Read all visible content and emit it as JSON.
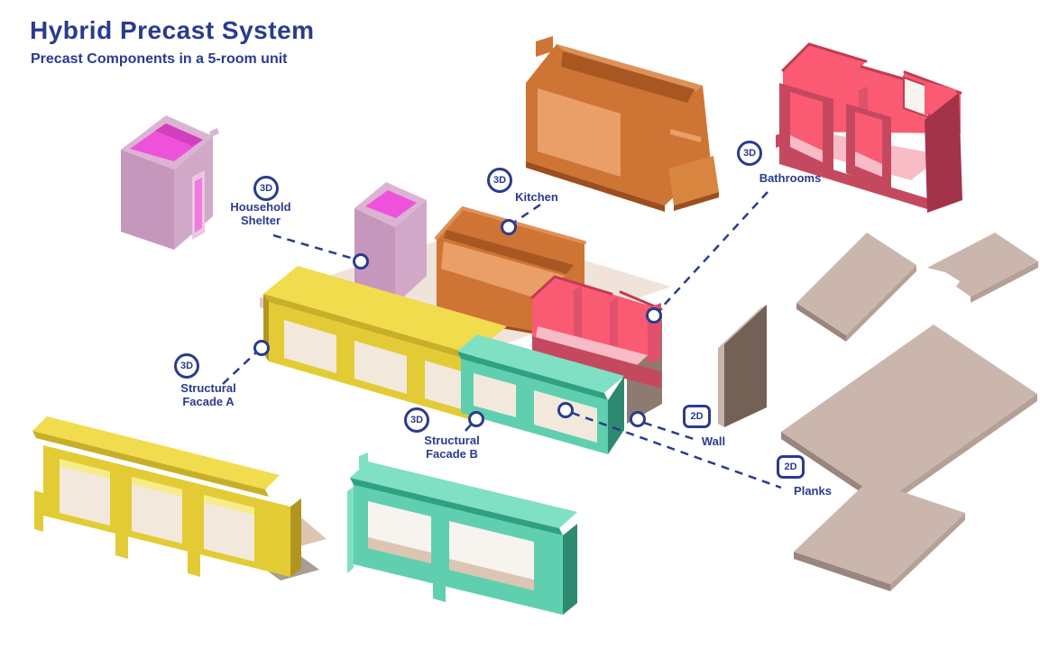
{
  "header": {
    "title": "Hybrid Precast System",
    "subtitle": "Precast Components in a 5-room unit"
  },
  "annotations": {
    "household_shelter": {
      "badge": "3D",
      "line1": "Household",
      "line2": "Shelter"
    },
    "kitchen": {
      "badge": "3D",
      "line1": "Kitchen",
      "line2": ""
    },
    "bathrooms": {
      "badge": "3D",
      "line1": "Bathrooms",
      "line2": ""
    },
    "facade_a": {
      "badge": "3D",
      "line1": "Structural",
      "line2": "Facade A"
    },
    "facade_b": {
      "badge": "3D",
      "line1": "Structural",
      "line2": "Facade B"
    },
    "wall": {
      "badge": "2D",
      "line1": "Wall",
      "line2": ""
    },
    "planks": {
      "badge": "2D",
      "line1": "Planks",
      "line2": ""
    }
  },
  "colors": {
    "navy": "#2a3b8f",
    "pink_face_l": "#c697bc",
    "pink_face_r": "#d2a8c9",
    "pink_rim": "#dcb3d2",
    "magenta": "#ef52da",
    "magenta_dark": "#d13fbe",
    "magenta_lt": "#f27ae0",
    "pink_door": "#e8c9e1",
    "orange_face": "#ce7434",
    "orange_rim": "#de9157",
    "orange_dark": "#a85722",
    "orange_deep": "#9c4e1e",
    "orange_floor": "#ea9f68",
    "orange_flange": "#d8853f",
    "red_bright": "#fa5a72",
    "red_face": "#c4495f",
    "red_dark": "#a33348",
    "red_mid": "#e0516b",
    "red_pale": "#f8bcc6",
    "red_edge": "#c23b52",
    "yellow_top": "#f0dc4d",
    "yellow_face": "#e3cb35",
    "yellow_eave": "#c9ae28",
    "yellow_side": "#b09620",
    "yellow_hi": "#f6ec8a",
    "pale_win": "#f2e9dc",
    "win_white": "#f7f3ee",
    "beige": "#dcc5b2",
    "gray_pad": "#a89d94",
    "plank_top": "#cbb6ae",
    "plank_edge": "#9a867f",
    "plank_side": "#b5a096",
    "wall_face": "#746156",
    "wall_edge": "#c8b4aa",
    "teal_top": "#7fe0c3",
    "teal_face": "#5fcfaf",
    "teal_dark": "#2fa183",
    "teal_deep": "#2d8a70",
    "base_slab": "#f0e3da",
    "base_edge": "#dccabf",
    "gray_block": "#8d7b72"
  }
}
